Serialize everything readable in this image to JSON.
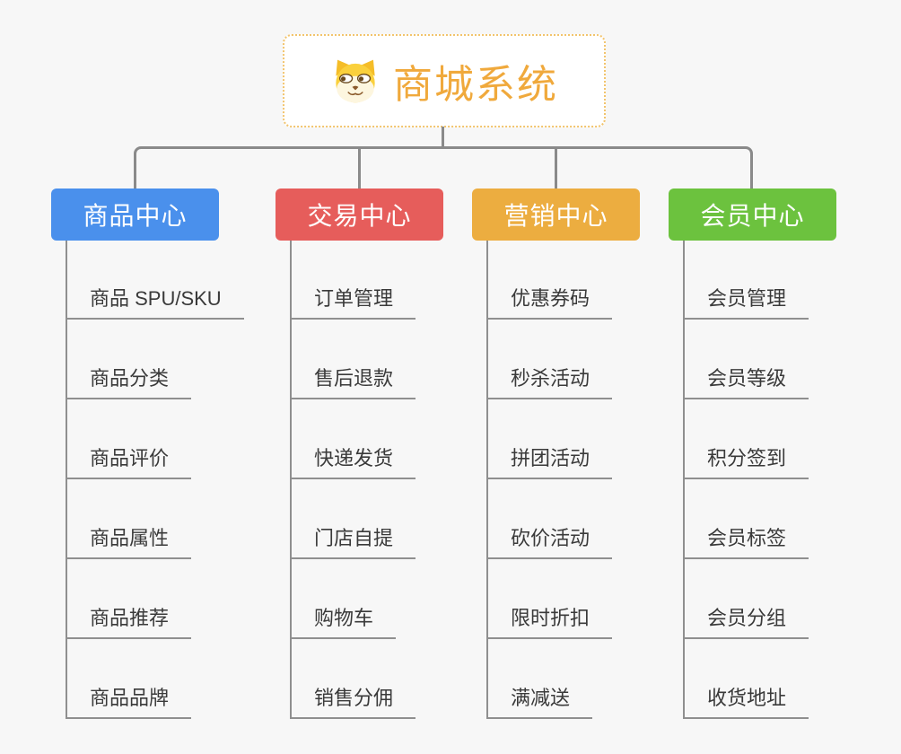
{
  "root": {
    "title": "商城系统",
    "icon": "dog-face-icon",
    "title_color": "#f0a93c",
    "border_color": "#f2c46d"
  },
  "connector_color": "#8a8a8a",
  "branches": [
    {
      "label": "商品中心",
      "color": "#4a90ec",
      "items": [
        "商品 SPU/SKU",
        "商品分类",
        "商品评价",
        "商品属性",
        "商品推荐",
        "商品品牌"
      ]
    },
    {
      "label": "交易中心",
      "color": "#e65d5b",
      "items": [
        "订单管理",
        "售后退款",
        "快递发货",
        "门店自提",
        "购物车",
        "销售分佣"
      ]
    },
    {
      "label": "营销中心",
      "color": "#ecad40",
      "items": [
        "优惠券码",
        "秒杀活动",
        "拼团活动",
        "砍价活动",
        "限时折扣",
        "满减送"
      ]
    },
    {
      "label": "会员中心",
      "color": "#6cc23e",
      "items": [
        "会员管理",
        "会员等级",
        "积分签到",
        "会员标签",
        "会员分组",
        "收货地址"
      ]
    }
  ]
}
